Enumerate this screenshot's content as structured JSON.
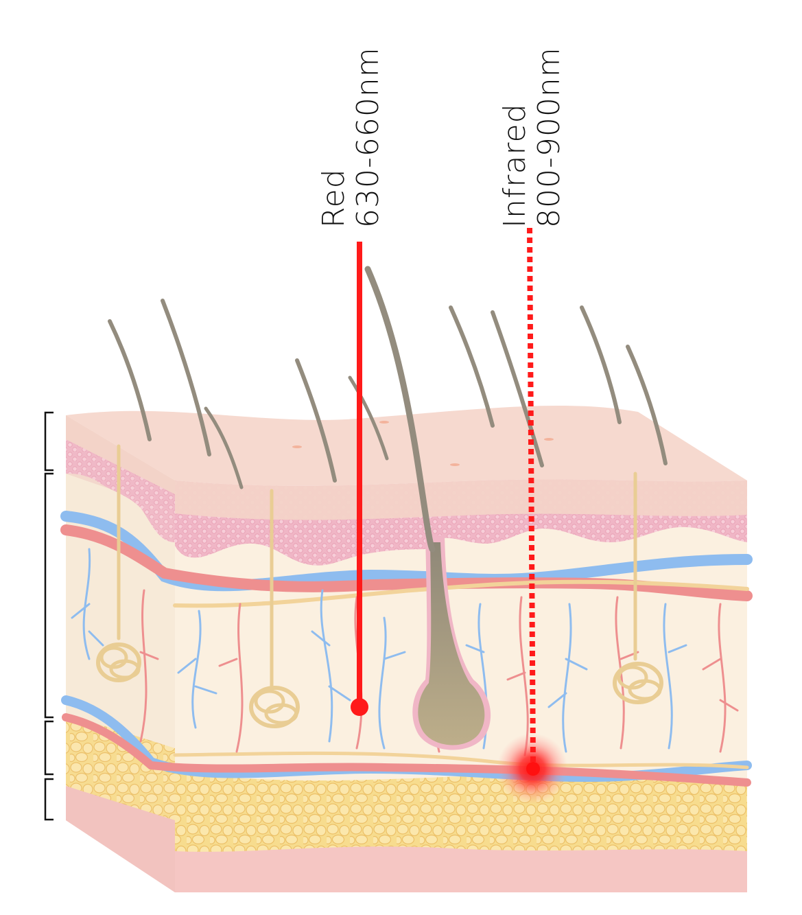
{
  "labels": {
    "red": {
      "name": "Red",
      "range": "630-660nm"
    },
    "infrared": {
      "name": "Infrared",
      "range": "800-900nm"
    }
  },
  "colors": {
    "beam": "#ff1a1a",
    "epidermis_top": "#f6d9cf",
    "epidermis_basal": "#f0b6c6",
    "dermis": "#fbf0e0",
    "fat": "#f7dc8e",
    "muscle": "#f5c6c3",
    "artery": "#ee8f8f",
    "vein": "#8ebcef",
    "hair": "#938c7e",
    "gland": "#e9cd94",
    "bracket": "#111111"
  },
  "icons": {
    "hair": "hair-strand-icon",
    "follicle": "hair-follicle-bulb-icon",
    "gland": "sweat-gland-icon",
    "glow": "light-absorption-glow-icon"
  }
}
